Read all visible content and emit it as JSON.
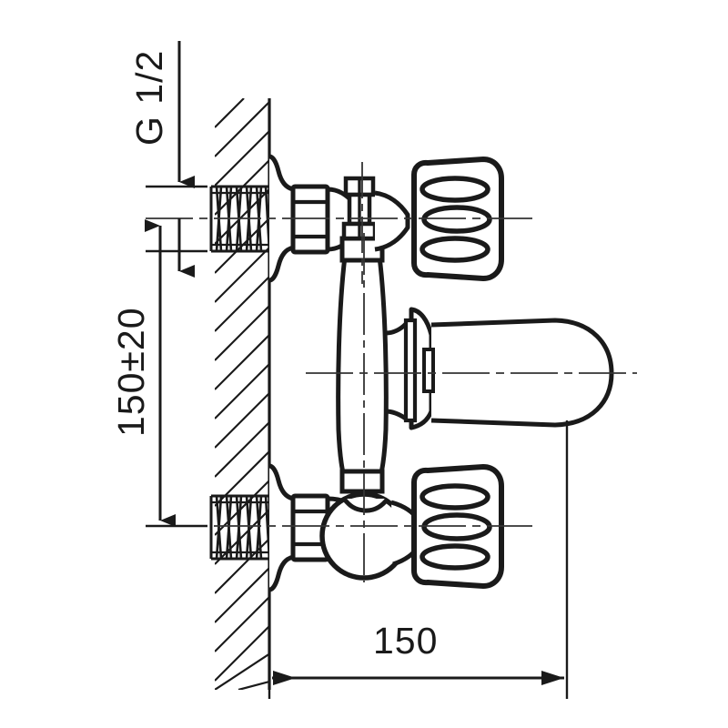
{
  "drawing": {
    "title": "wall-mounted two-handle bath mixer tap technical dimension drawing",
    "type": "engineering-line-drawing",
    "view": "side elevation / section",
    "units": "mm",
    "line_color": "#1a1a1a",
    "background_color": "#ffffff",
    "centerline_color": "#333333"
  },
  "annotations": {
    "thread_spec": {
      "label": "G 1/2",
      "orientation": "rotated-90-ccw",
      "leader": "vertical arrow pointing down to upper inlet thread",
      "meaning": "G 1/2 inch male pipe thread inlet connection"
    },
    "vertical_dimension": {
      "label": "150±20",
      "value": 150,
      "tolerance": 20,
      "orientation": "rotated-90-ccw",
      "meaning": "centre distance between the two wall inlets"
    },
    "horizontal_dimension": {
      "label": "150",
      "value": 150,
      "orientation": "horizontal",
      "meaning": "projection from finished wall face to handle outer face"
    }
  },
  "components": [
    {
      "name": "wall",
      "description": "hatched wall section, 45 degree hatch lines"
    },
    {
      "name": "upper-inlet-thread",
      "description": "G 1/2 male threaded nipple entering wall"
    },
    {
      "name": "lower-inlet-thread",
      "description": "G 1/2 male threaded nipple entering wall"
    },
    {
      "name": "upper-escutcheon",
      "description": "decorative wall flange / cover rosette"
    },
    {
      "name": "lower-escutcheon",
      "description": "decorative wall flange / cover rosette"
    },
    {
      "name": "upper-hex-nut",
      "description": "hexagonal coupling nut"
    },
    {
      "name": "lower-hex-nut",
      "description": "hexagonal coupling nut"
    },
    {
      "name": "upper-valve-body",
      "description": "upper valve housing with stem"
    },
    {
      "name": "lower-valve-body",
      "description": "lower bulbous valve housing"
    },
    {
      "name": "upper-handle",
      "description": "cross handle knob with three oval slots"
    },
    {
      "name": "lower-handle",
      "description": "cross handle knob with three oval slots"
    },
    {
      "name": "riser-column",
      "description": "central barrel-shaped riser tube joining both valves"
    },
    {
      "name": "spout",
      "description": "horizontal outlet spout with rounded tip"
    }
  ]
}
